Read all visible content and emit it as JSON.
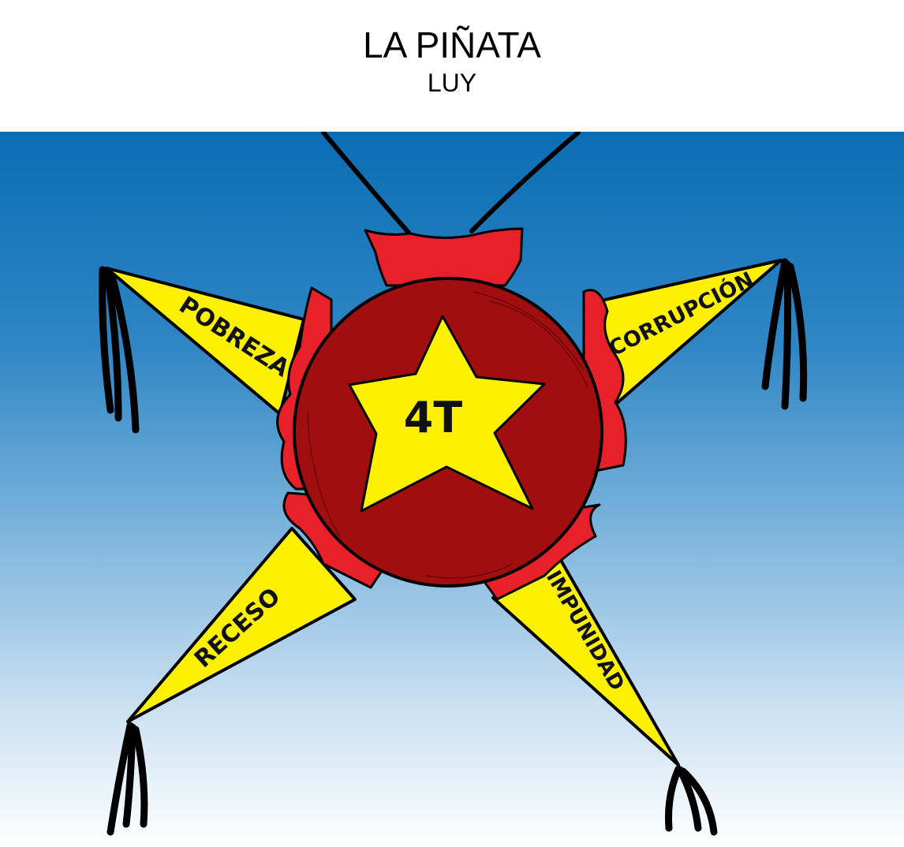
{
  "header": {
    "title": "LA PIÑATA",
    "author": "LUY"
  },
  "illustration": {
    "subject": "pinata",
    "center_label": "4T",
    "cones": [
      {
        "position": "upper-left",
        "label": "POBREZA"
      },
      {
        "position": "upper-right",
        "label": "CORRUPCIÓN"
      },
      {
        "position": "lower-left",
        "label": "RECESO"
      },
      {
        "position": "lower-right",
        "label": "IMPUNIDAD"
      }
    ],
    "colors": {
      "sky_top": "#0a6db4",
      "sky_mid": "#6aa7d6",
      "sky_bottom": "#ffffff",
      "cone_yellow": "#fdf000",
      "ruffle_red": "#e8202a",
      "body_dark_red": "#a00e10",
      "star_yellow": "#fdf000",
      "outline": "#000000"
    }
  }
}
